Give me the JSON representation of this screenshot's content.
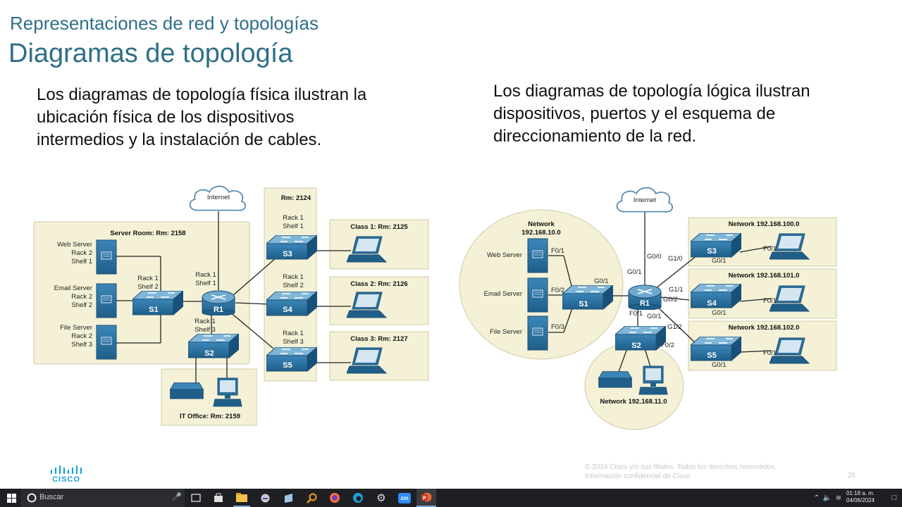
{
  "slide": {
    "subtitle": "Representaciones de red y topologías",
    "title": "Diagramas de topología",
    "left_text": [
      "Los diagramas de topología física ilustran la",
      "ubicación física de los dispositivos",
      "intermedios y la instalación de cables."
    ],
    "right_text": [
      "Los diagramas de topología lógica ilustran",
      "dispositivos, puertos y el esquema de",
      "direccionamiento de la red."
    ],
    "footer_lines": [
      "© 2016 Cisco y/o sus filiales. Todos los derechos reservados.",
      "Información confidencial de Cisco"
    ],
    "slide_number": "26",
    "logo_text": "CISCO"
  },
  "physical": {
    "internet": "Internet",
    "server_room": "Server Room: Rm: 2158",
    "rm2124": "Rm: 2124",
    "class1": "Class 1: Rm: 2125",
    "class2": "Class 2: Rm: 2126",
    "class3": "Class 3: Rm: 2127",
    "it_office": "IT Office: Rm: 2159",
    "web_server": [
      "Web Server",
      "Rack 2",
      "Shelf 1"
    ],
    "email_server": [
      "Email Server",
      "Rack 2",
      "Shelf 2"
    ],
    "file_server": [
      "File Server",
      "Rack 2",
      "Shelf 3"
    ],
    "s1_loc": [
      "Rack 1",
      "Shelf 2"
    ],
    "r1_loc": [
      "Rack 1",
      "Shelf 1"
    ],
    "s2_loc": [
      "Rack 1",
      "Shelf 3"
    ],
    "s3_loc": [
      "Rack 1",
      "Shelf 1"
    ],
    "s4_loc": [
      "Rack 1",
      "Shelf 2"
    ],
    "s5_loc": [
      "Rack 1",
      "Shelf 3"
    ],
    "devices": {
      "s1": "S1",
      "r1": "R1",
      "s2": "S2",
      "s3": "S3",
      "s4": "S4",
      "s5": "S5"
    }
  },
  "logical": {
    "internet": "Internet",
    "net10": [
      "Network",
      "192.168.10.0"
    ],
    "net11": "Network 192.168.11.0",
    "net100": "Network 192.168.100.0",
    "net101": "Network 192.168.101.0",
    "net102": "Network 192.168.102.0",
    "web_server": "Web Server",
    "email_server": "Email Server",
    "file_server": "File Server",
    "ports": {
      "f01a": "F0/1",
      "f02a": "F0/2",
      "f03a": "F0/3",
      "g01_s1": "G0/1",
      "g00": "G0/0",
      "g01_r1": "G0/1",
      "g10": "G1/0",
      "g11": "G1/1",
      "g02": "G0/2",
      "f01_r1": "F0/1",
      "g01_s2": "G0/1",
      "g12": "G1/2",
      "f02_s2": "F0/2",
      "f01_s3": "F0/1",
      "g01_s3": "G0/1",
      "f01_s4": "F0/1",
      "g01_s4": "G0/1",
      "f01_s5": "F0/1",
      "g01_s5": "G0/1"
    },
    "devices": {
      "s1": "S1",
      "r1": "R1",
      "s2": "S2",
      "s3": "S3",
      "s4": "S4",
      "s5": "S5"
    }
  },
  "taskbar": {
    "search_placeholder": "Buscar",
    "time": "01:18 a. m.",
    "date": "04/06/2024",
    "apps": [
      "task-view",
      "store",
      "file-explorer",
      "app-a",
      "notes",
      "search-app",
      "firefox",
      "edge",
      "settings",
      "zoom",
      "powerpoint"
    ],
    "zoom_label": "zm"
  },
  "colors": {
    "title": "#2f6f88",
    "room_fill": "#f4f1d6",
    "device": "#2a6f9c",
    "taskbar": "#1e1f22"
  }
}
